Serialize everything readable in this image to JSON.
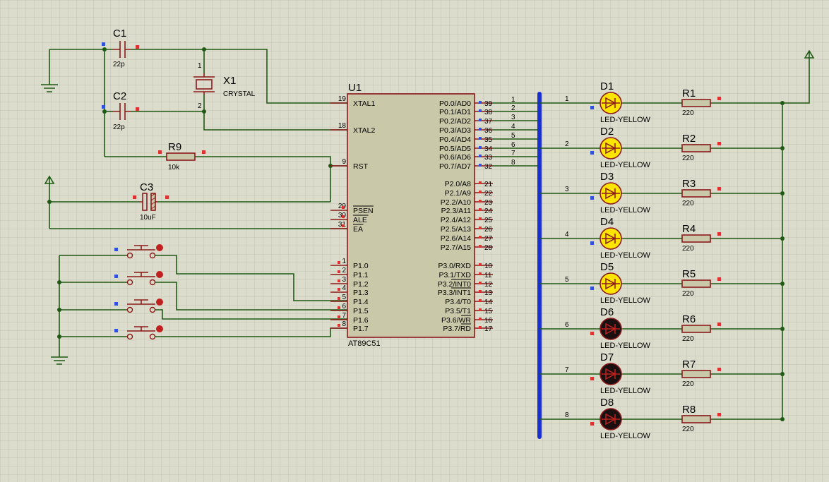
{
  "colors": {
    "background": "#dcdccc",
    "grid": "#c5c5b5",
    "wire": "#1f5a14",
    "component": "#8b1a1a",
    "chip_fill": "#c9c9a9",
    "bus": "#1a2fd0",
    "led_on": "#ffe400",
    "led_off": "#1a1010",
    "pin_marker_red": "#e03030",
    "pin_marker_blue": "#3050e0"
  },
  "u1": {
    "ref": "U1",
    "part": "AT89C51",
    "left_pins": [
      {
        "num": "19",
        "name": "XTAL1"
      },
      {
        "num": "18",
        "name": "XTAL2"
      },
      {
        "num": "9",
        "name": "RST"
      },
      {
        "num": "29",
        "name": "PSEN"
      },
      {
        "num": "30",
        "name": "ALE"
      },
      {
        "num": "31",
        "name": "EA"
      },
      {
        "num": "1",
        "name": "P1.0"
      },
      {
        "num": "2",
        "name": "P1.1"
      },
      {
        "num": "3",
        "name": "P1.2"
      },
      {
        "num": "4",
        "name": "P1.3"
      },
      {
        "num": "5",
        "name": "P1.4"
      },
      {
        "num": "6",
        "name": "P1.5"
      },
      {
        "num": "7",
        "name": "P1.6"
      },
      {
        "num": "8",
        "name": "P1.7"
      }
    ],
    "right_pins": [
      {
        "num": "39",
        "name": "P0.0/AD0"
      },
      {
        "num": "38",
        "name": "P0.1/AD1"
      },
      {
        "num": "37",
        "name": "P0.2/AD2"
      },
      {
        "num": "36",
        "name": "P0.3/AD3"
      },
      {
        "num": "35",
        "name": "P0.4/AD4"
      },
      {
        "num": "34",
        "name": "P0.5/AD5"
      },
      {
        "num": "33",
        "name": "P0.6/AD6"
      },
      {
        "num": "32",
        "name": "P0.7/AD7"
      },
      {
        "num": "21",
        "name": "P2.0/A8"
      },
      {
        "num": "22",
        "name": "P2.1/A9"
      },
      {
        "num": "23",
        "name": "P2.2/A10"
      },
      {
        "num": "24",
        "name": "P2.3/A11"
      },
      {
        "num": "25",
        "name": "P2.4/A12"
      },
      {
        "num": "26",
        "name": "P2.5/A13"
      },
      {
        "num": "27",
        "name": "P2.6/A14"
      },
      {
        "num": "28",
        "name": "P2.7/A15"
      },
      {
        "num": "10",
        "name": "P3.0/RXD"
      },
      {
        "num": "11",
        "name": "P3.1/TXD"
      },
      {
        "num": "12",
        "name": "P3.2/INT0"
      },
      {
        "num": "13",
        "name": "P3.3/INT1"
      },
      {
        "num": "14",
        "name": "P3.4/T0"
      },
      {
        "num": "15",
        "name": "P3.5/T1"
      },
      {
        "num": "16",
        "name": "P3.6/WR"
      },
      {
        "num": "17",
        "name": "P3.7/RD"
      }
    ]
  },
  "passives": {
    "c1": {
      "ref": "C1",
      "value": "22p"
    },
    "c2": {
      "ref": "C2",
      "value": "22p"
    },
    "c3": {
      "ref": "C3",
      "value": "10uF"
    },
    "x1": {
      "ref": "X1",
      "value": "CRYSTAL",
      "pin1": "1",
      "pin2": "2"
    },
    "r9": {
      "ref": "R9",
      "value": "10k"
    }
  },
  "p0_net_labels": [
    "1",
    "2",
    "3",
    "4",
    "5",
    "6",
    "7",
    "8"
  ],
  "leds": [
    {
      "ref": "D1",
      "value": "LED-YELLOW",
      "net": "1",
      "lit": true
    },
    {
      "ref": "D2",
      "value": "LED-YELLOW",
      "net": "2",
      "lit": true
    },
    {
      "ref": "D3",
      "value": "LED-YELLOW",
      "net": "3",
      "lit": true
    },
    {
      "ref": "D4",
      "value": "LED-YELLOW",
      "net": "4",
      "lit": true
    },
    {
      "ref": "D5",
      "value": "LED-YELLOW",
      "net": "5",
      "lit": true
    },
    {
      "ref": "D6",
      "value": "LED-YELLOW",
      "net": "6",
      "lit": false
    },
    {
      "ref": "D7",
      "value": "LED-YELLOW",
      "net": "7",
      "lit": false
    },
    {
      "ref": "D8",
      "value": "LED-YELLOW",
      "net": "8",
      "lit": false
    }
  ],
  "resistors": [
    {
      "ref": "R1",
      "value": "220"
    },
    {
      "ref": "R2",
      "value": "220"
    },
    {
      "ref": "R3",
      "value": "220"
    },
    {
      "ref": "R4",
      "value": "220"
    },
    {
      "ref": "R5",
      "value": "220"
    },
    {
      "ref": "R6",
      "value": "220"
    },
    {
      "ref": "R7",
      "value": "220"
    },
    {
      "ref": "R8",
      "value": "220"
    }
  ],
  "buttons_count": 4
}
